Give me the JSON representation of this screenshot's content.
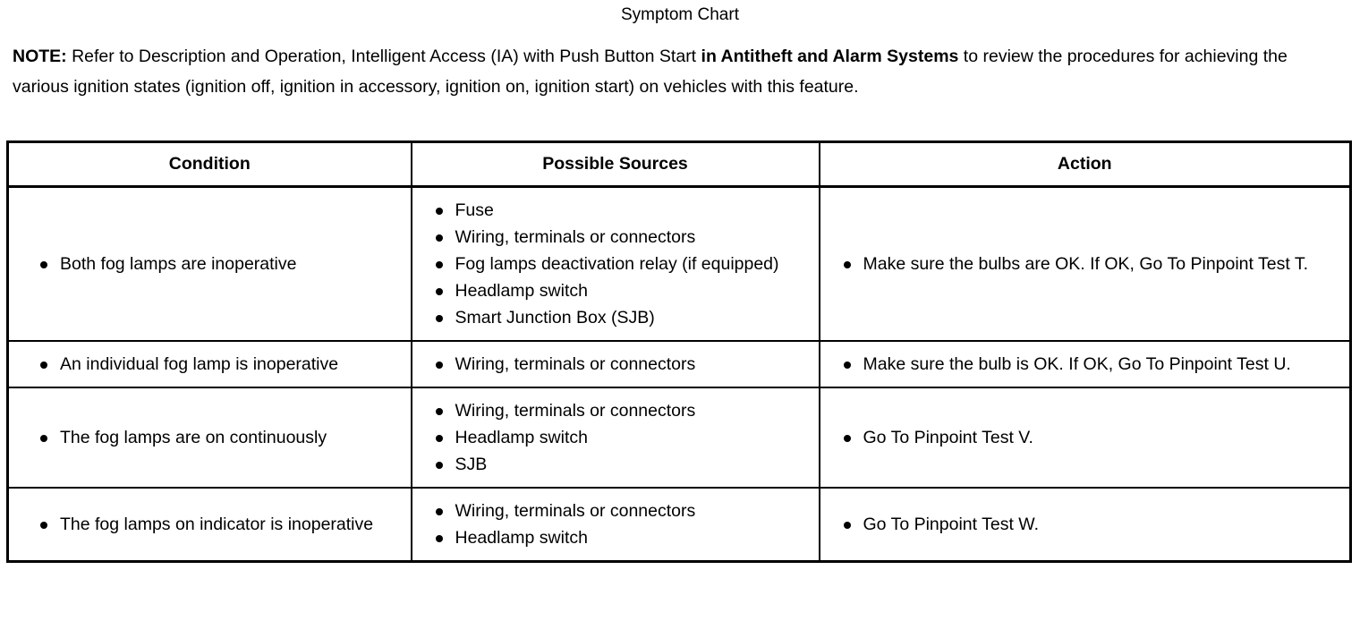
{
  "title": "Symptom Chart",
  "note": {
    "label": "NOTE:",
    "text_part1": " Refer to Description and Operation, Intelligent Access (IA) with Push Button Start ",
    "text_emphasis": "in Antitheft and Alarm Systems",
    "text_part2": " to review the procedures for achieving the various ignition states (ignition off, ignition in accessory, ignition on, ignition start) on vehicles with this feature."
  },
  "table": {
    "columns": [
      {
        "key": "condition",
        "label": "Condition"
      },
      {
        "key": "sources",
        "label": "Possible Sources"
      },
      {
        "key": "action",
        "label": "Action"
      }
    ],
    "rows": [
      {
        "condition": [
          "Both fog lamps are inoperative"
        ],
        "sources": [
          "Fuse",
          "Wiring, terminals or connectors",
          "Fog lamps deactivation relay (if equipped)",
          "Headlamp switch",
          "Smart Junction Box (SJB)"
        ],
        "action": [
          "Make sure the bulbs are OK. If OK, Go To Pinpoint Test T."
        ]
      },
      {
        "condition": [
          "An individual fog lamp is inoperative"
        ],
        "sources": [
          "Wiring, terminals or connectors"
        ],
        "action": [
          "Make sure the bulb is OK. If OK, Go To Pinpoint Test U."
        ]
      },
      {
        "condition": [
          "The fog lamps are on continuously"
        ],
        "sources": [
          "Wiring, terminals or connectors",
          "Headlamp switch",
          "SJB"
        ],
        "action": [
          "Go To Pinpoint Test V."
        ]
      },
      {
        "condition": [
          "The fog lamps on indicator is inoperative"
        ],
        "sources": [
          "Wiring, terminals or connectors",
          "Headlamp switch"
        ],
        "action": [
          "Go To Pinpoint Test W."
        ]
      }
    ]
  }
}
